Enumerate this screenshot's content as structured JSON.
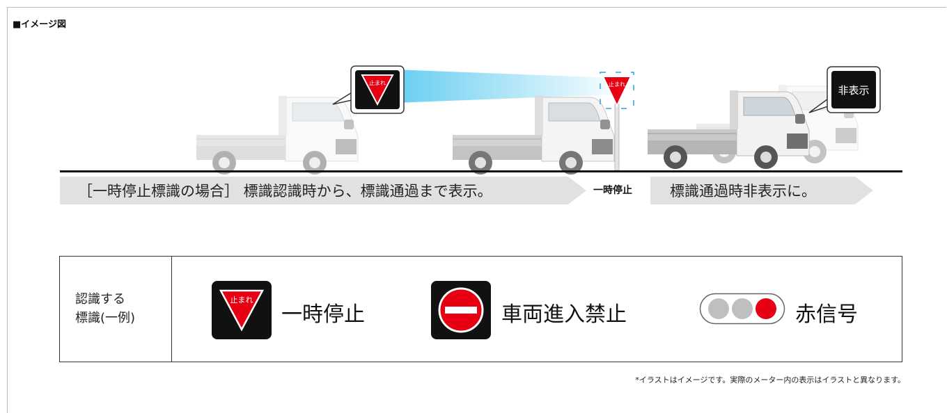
{
  "header": {
    "title": "■イメージ図"
  },
  "scene": {
    "sign_text": "止まれ",
    "hidden_label": "非表示",
    "stop_label": "一時停止",
    "band_left": "［一時停止標識の場合］ 標識認識時から、標識通過まで表示。",
    "band_right": "標識通過時非表示に。"
  },
  "legend": {
    "heading_line1": "認識する",
    "heading_line2": "標識(一例)",
    "items": [
      {
        "label": "一時停止",
        "icon": "stop-sign-icon"
      },
      {
        "label": "車両進入禁止",
        "icon": "no-entry-icon"
      },
      {
        "label": "赤信号",
        "icon": "traffic-light-icon"
      }
    ]
  },
  "footnote": "*イラストはイメージです。実際のメーター内の表示はイラストと異なります。",
  "colors": {
    "sign_red": "#e60012",
    "display_bg": "#111111",
    "band_gray": "#e1e1e1",
    "beam": "#55c8ef"
  }
}
